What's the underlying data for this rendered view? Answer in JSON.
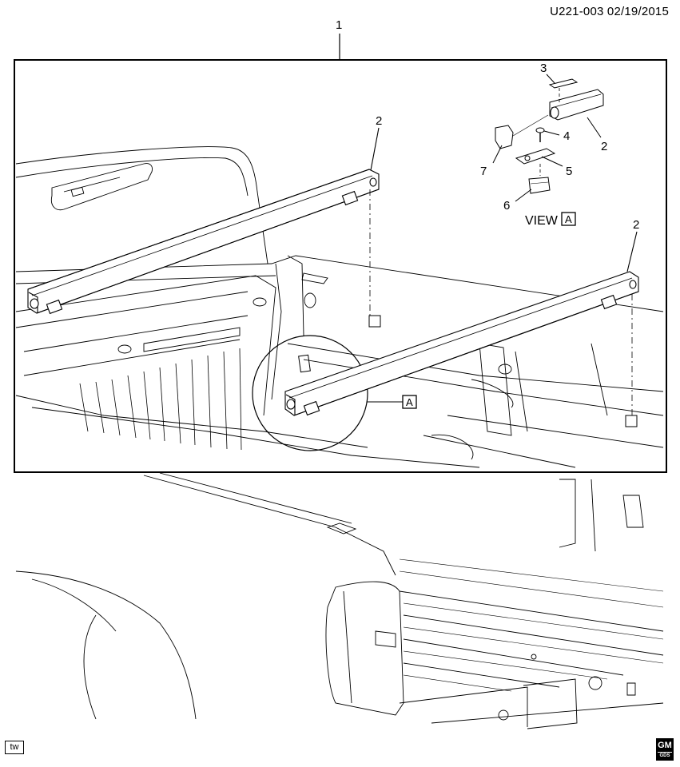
{
  "header": {
    "doc_id": "U221-003  02/19/2015"
  },
  "callouts": {
    "assembly": "1",
    "rail_left": "2",
    "rail_right": "2",
    "rail_detail": "2",
    "label_3": "3",
    "label_4": "4",
    "label_5": "5",
    "label_6": "6",
    "label_7": "7"
  },
  "view": {
    "label": "VIEW",
    "letter": "A"
  },
  "detail_marker": "A",
  "footer": {
    "tag": "tw"
  },
  "logo": {
    "text": "GM",
    "sub": "GDS"
  }
}
